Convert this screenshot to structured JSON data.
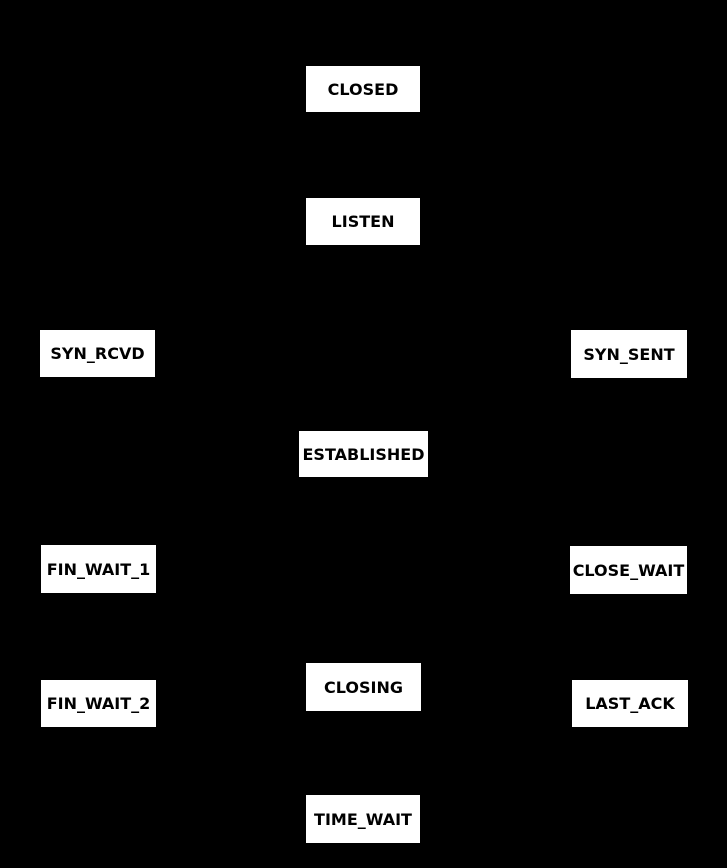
{
  "diagram": {
    "kind": "state-diagram",
    "colors": {
      "background": "#000000",
      "node_fill": "#ffffff",
      "node_text": "#000000"
    },
    "nodes": [
      {
        "id": "closed",
        "label": "CLOSED"
      },
      {
        "id": "listen",
        "label": "LISTEN"
      },
      {
        "id": "syn_rcvd",
        "label": "SYN_RCVD"
      },
      {
        "id": "syn_sent",
        "label": "SYN_SENT"
      },
      {
        "id": "established",
        "label": "ESTABLISHED"
      },
      {
        "id": "fin_wait_1",
        "label": "FIN_WAIT_1"
      },
      {
        "id": "close_wait",
        "label": "CLOSE_WAIT"
      },
      {
        "id": "fin_wait_2",
        "label": "FIN_WAIT_2"
      },
      {
        "id": "closing",
        "label": "CLOSING"
      },
      {
        "id": "last_ack",
        "label": "LAST_ACK"
      },
      {
        "id": "time_wait",
        "label": "TIME_WAIT"
      }
    ]
  }
}
